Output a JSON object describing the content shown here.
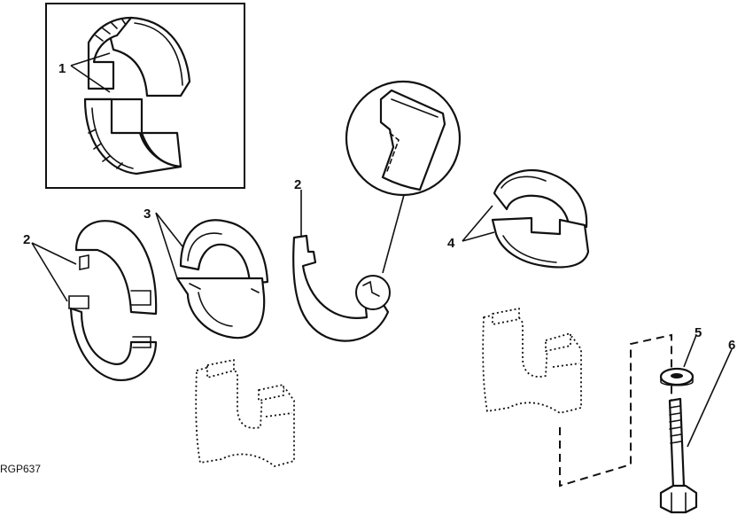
{
  "callouts": {
    "c1": "1",
    "c2_left": "2",
    "c2_mid": "2",
    "c3": "3",
    "c4": "4",
    "c5": "5",
    "c6": "6"
  },
  "figure_id": "RGP637",
  "colors": {
    "ink": "#111111",
    "paper": "#ffffff"
  }
}
